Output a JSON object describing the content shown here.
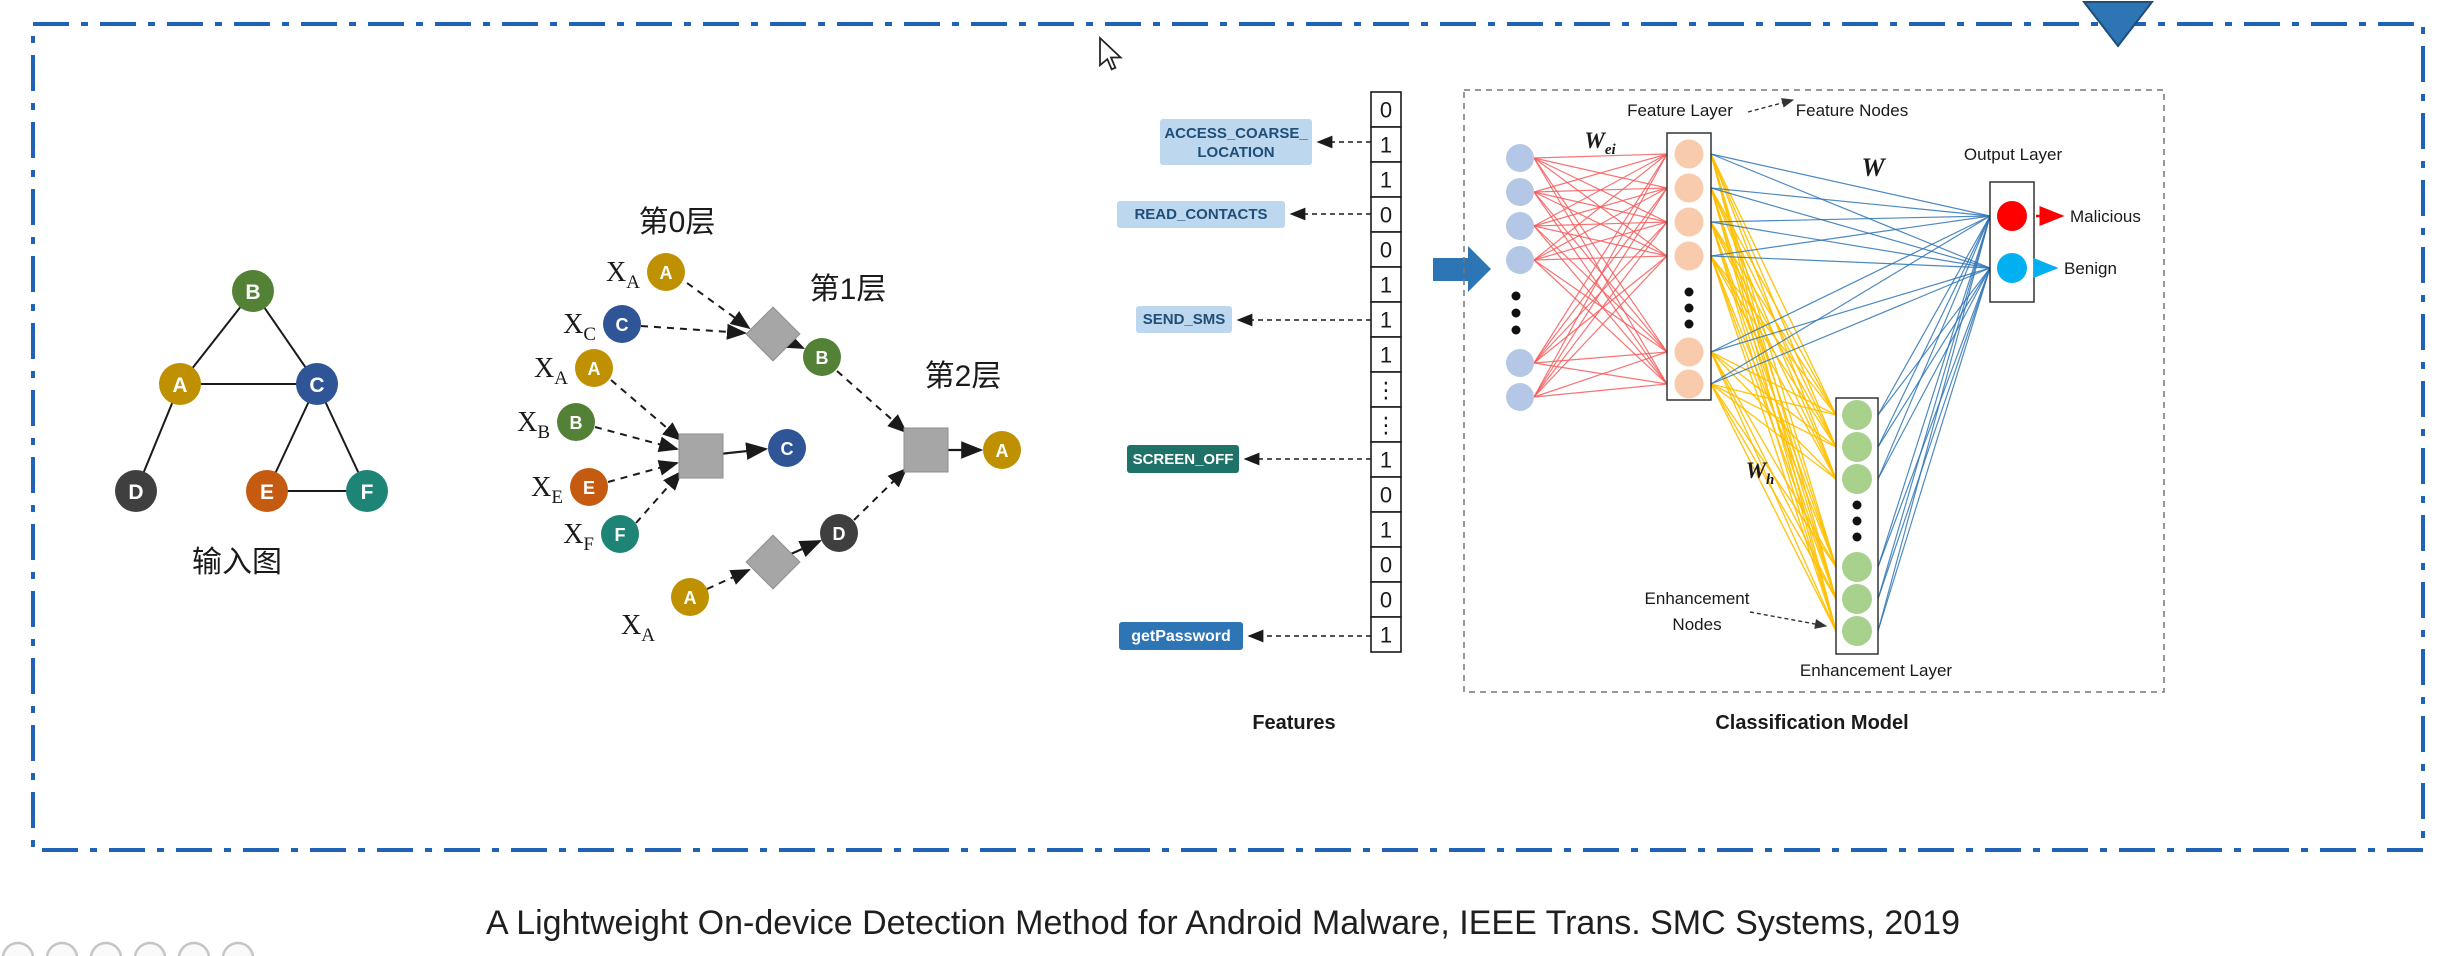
{
  "page": {
    "caption": "A Lightweight On-device Detection Method for Android Malware, IEEE Trans. SMC Systems, 2019"
  },
  "input_graph": {
    "title": "输入图",
    "nodes": [
      {
        "label": "B"
      },
      {
        "label": "A"
      },
      {
        "label": "C"
      },
      {
        "label": "D"
      },
      {
        "label": "E"
      },
      {
        "label": "F"
      }
    ]
  },
  "gnn": {
    "layer_labels": [
      "第0层",
      "第1层",
      "第2层"
    ],
    "inputs": [
      {
        "main": "X",
        "sub": "A",
        "node": "A"
      },
      {
        "main": "X",
        "sub": "C",
        "node": "C"
      },
      {
        "main": "X",
        "sub": "A",
        "node": "A"
      },
      {
        "main": "X",
        "sub": "B",
        "node": "B"
      },
      {
        "main": "X",
        "sub": "E",
        "node": "E"
      },
      {
        "main": "X",
        "sub": "F",
        "node": "F"
      },
      {
        "main": "X",
        "sub": "A",
        "node": "A"
      }
    ],
    "outputs": [
      "B",
      "C",
      "A",
      "D"
    ]
  },
  "features": {
    "section_label": "Features",
    "chips": [
      {
        "line1": "ACCESS_COARSE_",
        "line2": "LOCATION"
      },
      {
        "label": "READ_CONTACTS"
      },
      {
        "label": "SEND_SMS"
      },
      {
        "label": "SCREEN_OFF"
      },
      {
        "label": "getPassword"
      }
    ],
    "vector": [
      "0",
      "1",
      "1",
      "0",
      "0",
      "1",
      "1",
      "1",
      "⋮",
      "⋮",
      "1",
      "0",
      "1",
      "0",
      "0",
      "1"
    ]
  },
  "model": {
    "section_label": "Classification Model",
    "feature_layer_label": "Feature Layer",
    "feature_nodes_label": "Feature Nodes",
    "output_layer_label": "Output Layer",
    "enhancement_nodes_label_line1": "Enhancement",
    "enhancement_nodes_label_line2": "Nodes",
    "enhancement_layer_label": "Enhancement Layer",
    "malicious_label": "Malicious",
    "benign_label": "Benign",
    "weights": {
      "input": {
        "main": "W",
        "sub": "ei"
      },
      "output": "W",
      "enhancement": {
        "main": "W",
        "sub": "h"
      }
    }
  },
  "colors": {
    "frame_blue": "#2063B6",
    "pointer_blue": "#2E75B6",
    "node_colors": {
      "A": "#BF9000",
      "B": "#538135",
      "C": "#2F5597",
      "D": "#3F3F3F",
      "E": "#C55A11",
      "F": "#1E8476"
    },
    "aggregator_gray": "#A6A6A6",
    "chip_light": "#BDD7EE",
    "chip_teal": "#1F7268",
    "chip_blue": "#2E75B6",
    "input_node": "#B4C7E7",
    "feature_node": "#F8CBAD",
    "enhancement_node": "#A9D18E",
    "edge_red": "#F75B5B",
    "edge_yellow": "#FFC000",
    "edge_blue": "#2E75B6",
    "malicious": "#FF0000",
    "benign": "#00B0F0"
  }
}
